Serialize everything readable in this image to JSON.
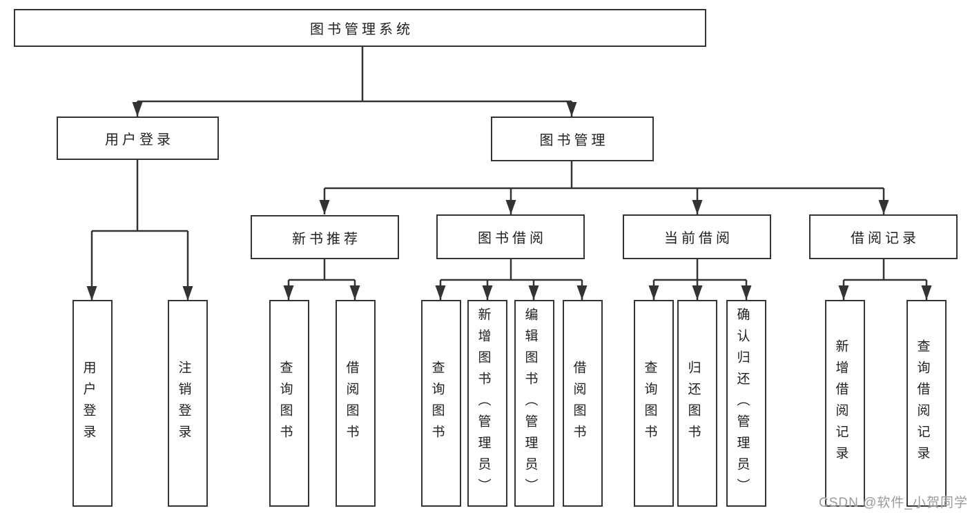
{
  "tree": {
    "label": "图书管理系统",
    "children": [
      {
        "label": "用户登录",
        "children": [
          {
            "label": "用户登录"
          },
          {
            "label": "注销登录"
          }
        ]
      },
      {
        "label": "图书管理",
        "children": [
          {
            "label": "新书推荐",
            "children": [
              {
                "label": "查询图书"
              },
              {
                "label": "借阅图书"
              }
            ]
          },
          {
            "label": "图书借阅",
            "children": [
              {
                "label": "查询图书"
              },
              {
                "label": "新增图书（管理员）"
              },
              {
                "label": "编辑图书（管理员）"
              },
              {
                "label": "借阅图书"
              }
            ]
          },
          {
            "label": "当前借阅",
            "children": [
              {
                "label": "查询图书"
              },
              {
                "label": "归还图书"
              },
              {
                "label": "确认归还（管理员）"
              }
            ]
          },
          {
            "label": "借阅记录",
            "children": [
              {
                "label": "新增借阅记录"
              },
              {
                "label": "查询借阅记录"
              }
            ]
          }
        ]
      }
    ]
  },
  "watermark": {
    "text": "CSDN @软件_小贺同学"
  },
  "colors": {
    "line": "#333333",
    "border": "#333333",
    "text": "#1f1f1f",
    "watermark": "#9b9b9b"
  }
}
